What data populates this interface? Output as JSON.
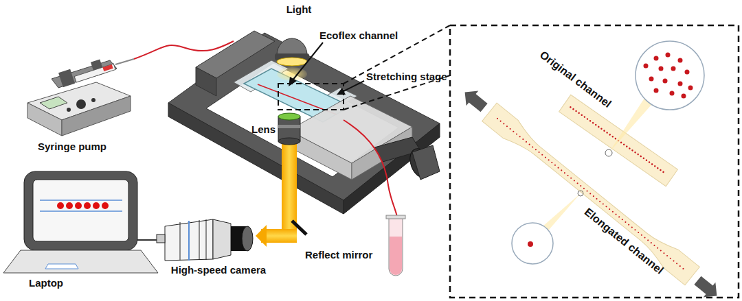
{
  "diagram": {
    "labels": [
      "Light",
      "Ecoflex channel",
      "Stretching stage",
      "Syringe pump",
      "Lens",
      "Original channel",
      "Elongated channel",
      "Laptop",
      "High-speed camera",
      "Reflect mirror"
    ]
  }
}
